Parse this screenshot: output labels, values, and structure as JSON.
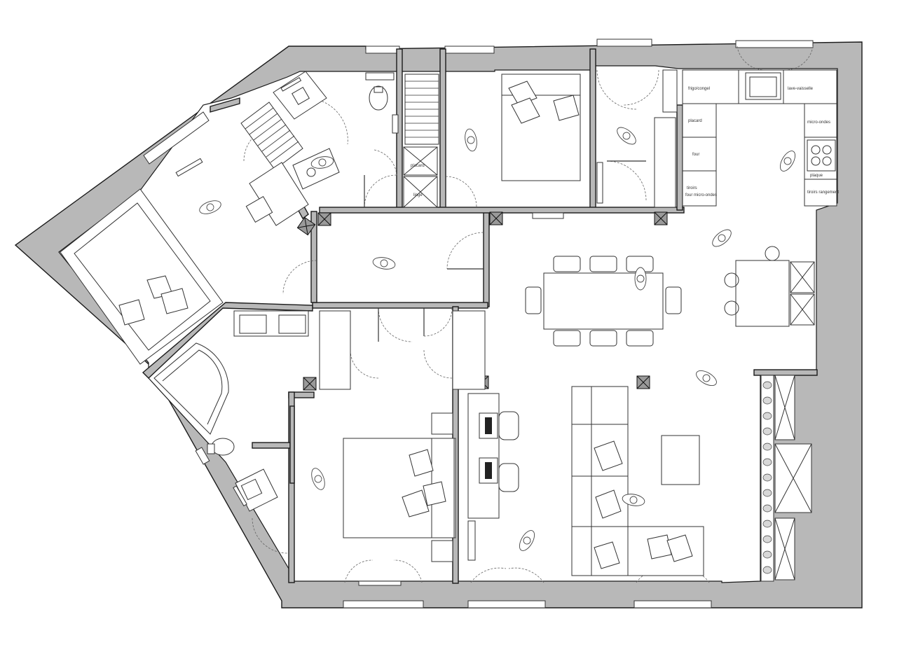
{
  "plan": {
    "kitchen_labels": [
      "frigo/congel",
      "lave-vaisselle",
      "placard",
      "four",
      "tiroirs",
      "four micro-ondes",
      "micro-ondes",
      "plaque",
      "tiroirs rangement"
    ],
    "storage_labels": [
      "placard",
      "linge"
    ],
    "colors": {
      "wall": "#b8b8b8",
      "line": "#1a1a1a",
      "column": "#9a9a9a"
    }
  }
}
